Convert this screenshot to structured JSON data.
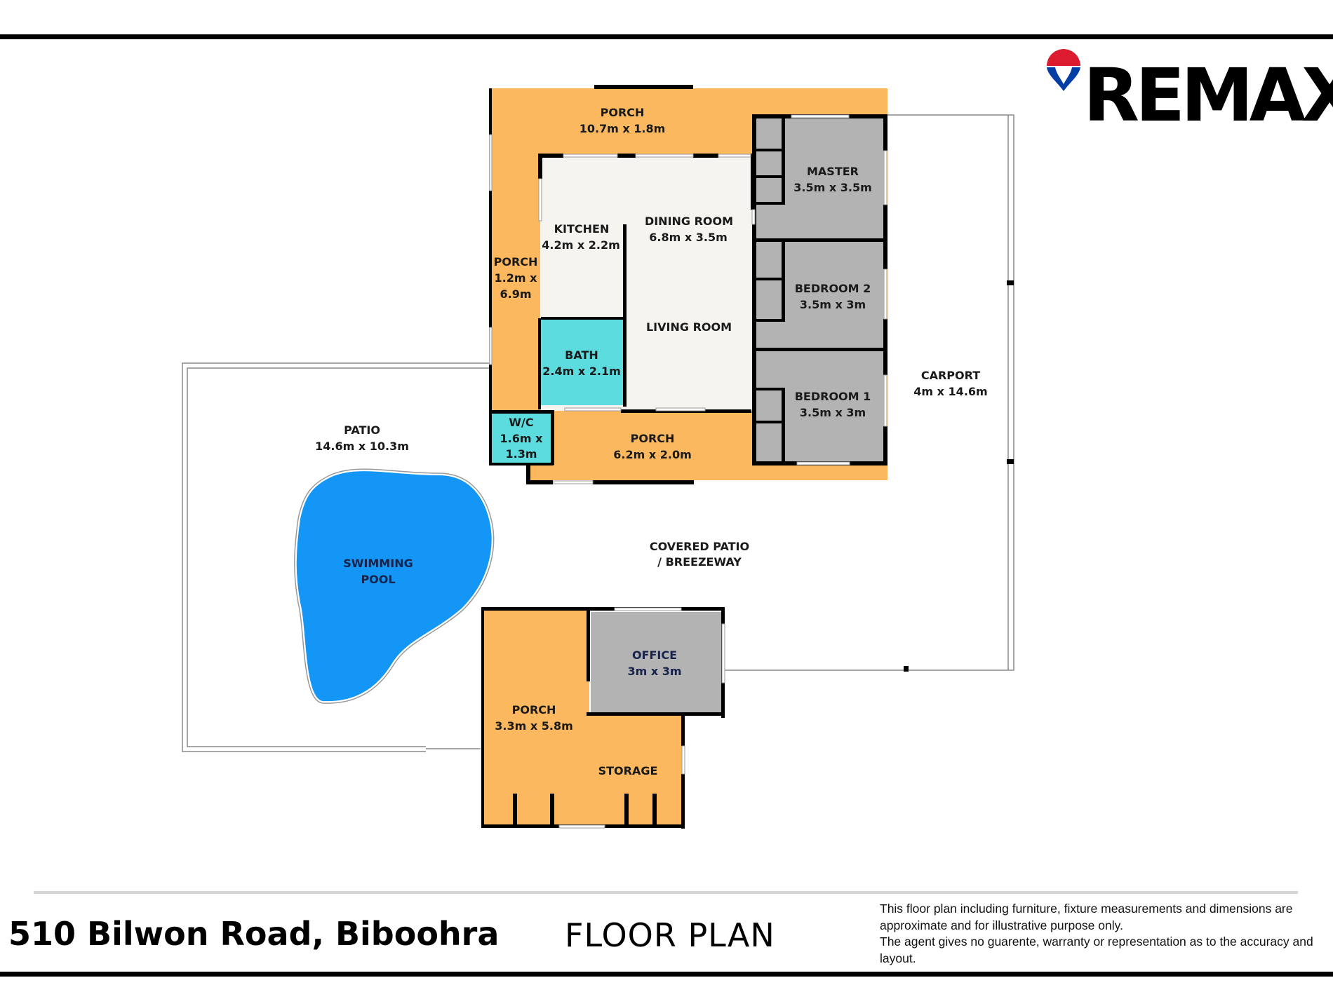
{
  "brand": {
    "logo_text": "REMAX",
    "colors": {
      "red": "#dc1c2e",
      "blue": "#003da5"
    }
  },
  "colors": {
    "porch": "#fbb85e",
    "interior": "#f5f4ef",
    "bedroom": "#b3b3b3",
    "wet": "#5ddce0",
    "pool": "#1396f5"
  },
  "rooms": {
    "porch_top": {
      "name": "PORCH",
      "size": "10.7m x 1.8m"
    },
    "porch_left": {
      "name": "PORCH",
      "size_line1": "1.2m x",
      "size_line2": "6.9m"
    },
    "kitchen": {
      "name": "KITCHEN",
      "size": "4.2m x 2.2m"
    },
    "dining": {
      "name": "DINING ROOM",
      "size": "6.8m x 3.5m"
    },
    "living": {
      "name": "LIVING ROOM"
    },
    "master": {
      "name": "MASTER",
      "size": "3.5m x 3.5m"
    },
    "bedroom2": {
      "name": "BEDROOM 2",
      "size": "3.5m x 3m"
    },
    "bedroom1": {
      "name": "BEDROOM 1",
      "size": "3.5m x 3m"
    },
    "bath": {
      "name": "BATH",
      "size": "2.4m x 2.1m"
    },
    "wc": {
      "name": "W/C",
      "size_line1": "1.6m x",
      "size_line2": "1.3m"
    },
    "porch_bottom": {
      "name": "PORCH",
      "size": "6.2m x 2.0m"
    },
    "carport": {
      "name": "CARPORT",
      "size": "4m x 14.6m"
    },
    "patio": {
      "name": "PATIO",
      "size": "14.6m x 10.3m"
    },
    "pool": {
      "name_line1": "SWIMMING",
      "name_line2": "POOL"
    },
    "covered_patio": {
      "name_line1": "COVERED PATIO",
      "name_line2": "/ BREEZEWAY"
    },
    "office": {
      "name": "OFFICE",
      "size": "3m x 3m"
    },
    "porch_shed": {
      "name": "PORCH",
      "size": "3.3m x 5.8m"
    },
    "storage": {
      "name": "STORAGE"
    }
  },
  "footer": {
    "address": "510 Bilwon Road, Biboohra",
    "title": "FLOOR PLAN",
    "disclaimer_lines": [
      "This floor plan including furniture, fixture measurements and dimensions are",
      "approximate and for illustrative purpose only.",
      "The agent gives no guarente, warranty or representation as to the accuracy and",
      "layout."
    ]
  }
}
